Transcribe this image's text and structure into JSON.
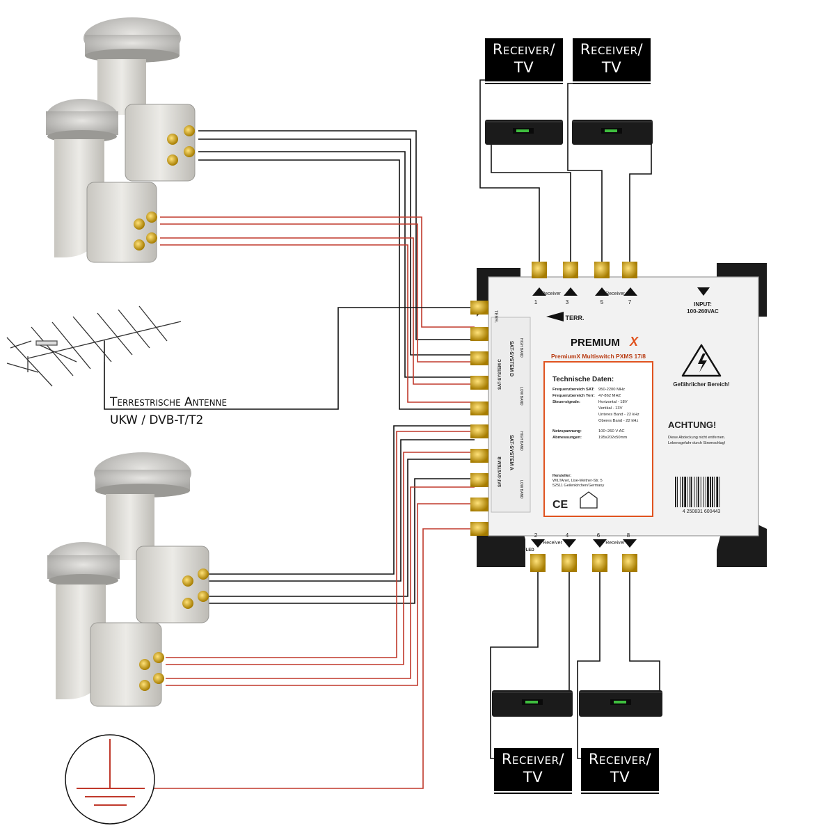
{
  "receivers": {
    "top_left": {
      "line1": "Receiver/",
      "line2": "TV"
    },
    "top_right": {
      "line1": "Receiver/",
      "line2": "TV"
    },
    "bottom_left": {
      "line1": "Receiver/",
      "line2": "TV"
    },
    "bottom_right": {
      "line1": "Receiver/",
      "line2": "TV"
    }
  },
  "antenna": {
    "line1": "Terrestrische Antenne",
    "line2": "UKW / DVB-T/T2"
  },
  "multiswitch": {
    "brand": "PREMIUM",
    "brand_x": "X",
    "model": "PremiumX Multiswitch PXMS 17/8",
    "terr_label": "TERR.",
    "terr_side": "TERR.",
    "receiver_label": "Receiver",
    "ports_top": [
      "1",
      "3",
      "5",
      "7"
    ],
    "ports_bottom": [
      "2",
      "4",
      "6",
      "8"
    ],
    "input_label": "INPUT:",
    "input_value": "100-260VAC",
    "warning_title": "Gefährlicher Bereich!",
    "achtung": "ACHTUNG!",
    "achtung_text1": "Diese Abdeckung nicht entfernen.",
    "achtung_text2": "Lebensgefahr durch Stromschlag!",
    "sat_c": "SAT-SYSTEM C",
    "sat_d": "SAT-SYSTEM D",
    "sat_a": "SAT-SYSTEM A",
    "sat_b": "SAT-SYSTEM B",
    "high_band": "HIGH BAND",
    "low_band": "LOW BAND",
    "tech_title": "Technische Daten:",
    "tech_rows": [
      {
        "k": "Frequenzbereich SAT:",
        "v": "950-2200 MHz"
      },
      {
        "k": "Frequenzbereich Terr:",
        "v": "47-862 MHZ"
      },
      {
        "k": "Steuersignale:",
        "v": "Horizontal - 18V"
      },
      {
        "k": "",
        "v": "Vertikal - 13V"
      },
      {
        "k": "",
        "v": "Unteres Band - 22 kHz"
      },
      {
        "k": "",
        "v": "Oberes Band - 22 kHz"
      },
      {
        "k": "Netzspannung:",
        "v": "100~260 V AC"
      },
      {
        "k": "Abmessungen:",
        "v": "195x202x50mm"
      }
    ],
    "hersteller_label": "Hersteller:",
    "hersteller_1": "WILTAnet, Lise-Meitner-Str. 5",
    "hersteller_2": "52511 Geilenkirchen/Germany",
    "barcode_number": "4 250831 600443",
    "ce_mark": "CE",
    "fled": "FLED"
  },
  "colors": {
    "black_wire": "#111111",
    "red_wire": "#c0392b",
    "connector_gold": "#d4a017",
    "switch_body": "#f2f2f2",
    "accent_orange": "#e0531f",
    "receiver_box": "#000000"
  }
}
